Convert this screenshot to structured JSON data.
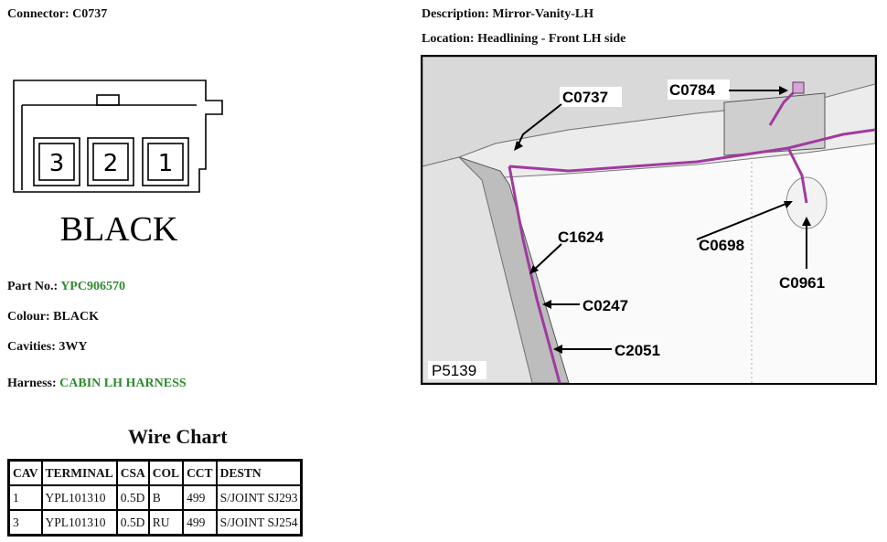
{
  "connector": {
    "label": "Connector:",
    "value": "C0737"
  },
  "description": {
    "label": "Description:",
    "value": "Mirror-Vanity-LH"
  },
  "location": {
    "label": "Location:",
    "value": "Headlining - Front LH side"
  },
  "drawing": {
    "cavities": [
      "3",
      "2",
      "1"
    ],
    "colour_text": "BLACK"
  },
  "part_no": {
    "label": "Part No.:",
    "value": "YPC906570"
  },
  "colour": {
    "label": "Colour:",
    "value": "BLACK"
  },
  "cavities": {
    "label": "Cavities:",
    "value": "3WY"
  },
  "harness": {
    "label": "Harness:",
    "value": "CABIN LH HARNESS"
  },
  "wire_chart": {
    "title": "Wire Chart",
    "headers": [
      "CAV",
      "TERMINAL",
      "CSA",
      "COL",
      "CCT",
      "DESTN"
    ],
    "rows": [
      [
        "1",
        "YPL101310",
        "0.5D",
        "B",
        "499",
        "S/JOINT SJ293"
      ],
      [
        "3",
        "YPL101310",
        "0.5D",
        "RU",
        "499",
        "S/JOINT SJ254"
      ]
    ]
  },
  "figure": {
    "callouts": [
      "C0737",
      "C0784",
      "C1624",
      "C0698",
      "C0247",
      "C0961",
      "C2051"
    ],
    "ref": "P5139",
    "harness_color": "#a03aa0"
  }
}
